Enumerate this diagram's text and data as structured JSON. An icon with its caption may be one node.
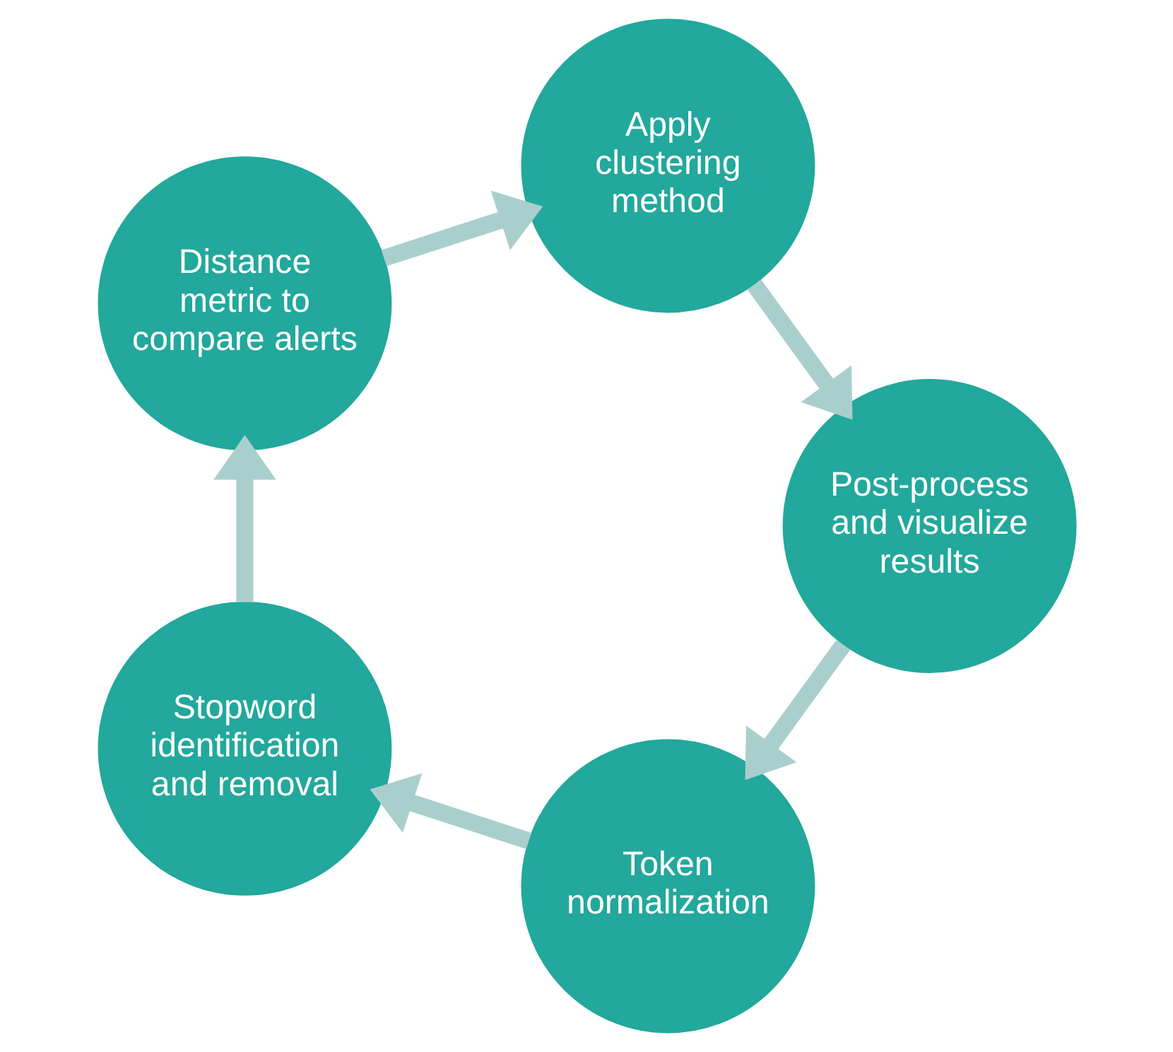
{
  "diagram": {
    "nodes": [
      {
        "text": [
          "Token normalization"
        ]
      },
      {
        "text": [
          "Stopword identification and removal"
        ]
      },
      {
        "text": [
          "Distance metric to compare alerts"
        ]
      },
      {
        "text": [
          "Apply clustering method"
        ]
      },
      {
        "text": [
          "Post-process and visualize results"
        ]
      }
    ],
    "edges": [
      {
        "from": 0,
        "to": 1,
        "arrow": "to"
      },
      {
        "from": 1,
        "to": 2,
        "arrow": "to"
      },
      {
        "from": 2,
        "to": 3,
        "arrow": "to"
      },
      {
        "from": 3,
        "to": 4,
        "arrow": "to"
      },
      {
        "from": 4,
        "to": 0,
        "arrow": "to"
      }
    ]
  }
}
